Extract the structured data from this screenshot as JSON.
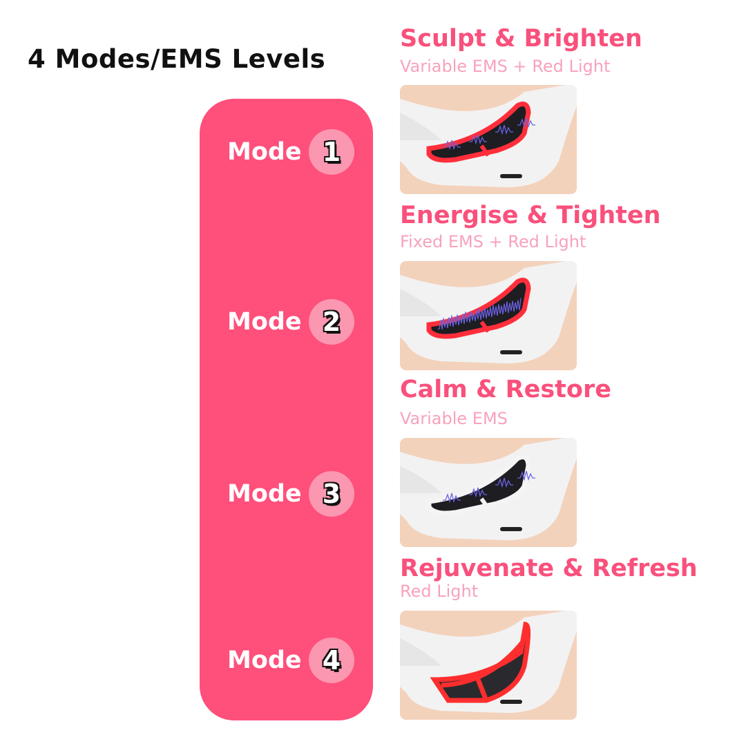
{
  "title": "4 Modes/EMS Levels",
  "colors": {
    "accent": "#ff4f7b",
    "heading": "#f9507c",
    "subtitle": "#f8a2bc",
    "badge": "#fb97b0"
  },
  "modes": [
    {
      "label": "Mode",
      "number": "1",
      "heading": "Sculpt & Brighten",
      "subtitle": "Variable EMS + Red Light",
      "red_light": true,
      "wave": "variable"
    },
    {
      "label": "Mode",
      "number": "2",
      "heading": "Energise & Tighten",
      "subtitle": "Fixed EMS + Red Light",
      "red_light": true,
      "wave": "fixed"
    },
    {
      "label": "Mode",
      "number": "3",
      "heading": "Calm & Restore",
      "subtitle": "Variable EMS",
      "red_light": false,
      "wave": "variable"
    },
    {
      "label": "Mode",
      "number": "4",
      "heading": "Rejuvenate & Refresh",
      "subtitle": " Red Light",
      "red_light": true,
      "wave": "none"
    }
  ]
}
